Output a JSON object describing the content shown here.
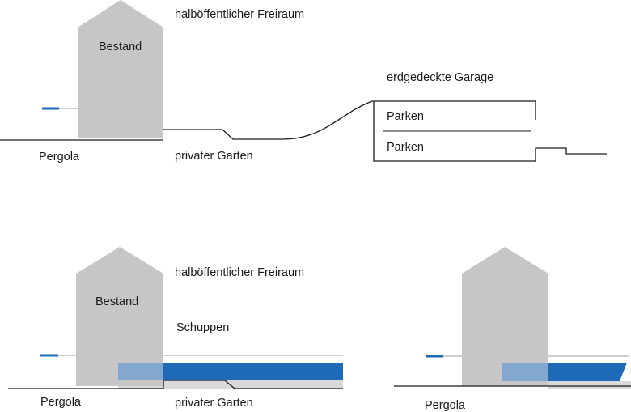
{
  "labels": {
    "top_bestand": "Bestand",
    "top_freiraum": "halböffentlicher Freiraum",
    "top_garage": "erdgedeckte Garage",
    "top_parken_1": "Parken",
    "top_parken_2": "Parken",
    "top_pergola": "Pergola",
    "top_garten": "privater Garten",
    "bl_bestand": "Bestand",
    "bl_freiraum": "halböffentlicher Freiraum",
    "bl_schuppen": "Schuppen",
    "bl_pergola": "Pergola",
    "bl_garten": "privater Garten",
    "br_pergola": "Pergola"
  },
  "colors": {
    "building": "#c6c6c7",
    "line": "#1a1a1a",
    "accent_blue": "#1f6ab8",
    "light_blue": "#84a7cf",
    "light_gray_line": "#bdbdbd",
    "ground_shadow": "#d9d9d9"
  }
}
